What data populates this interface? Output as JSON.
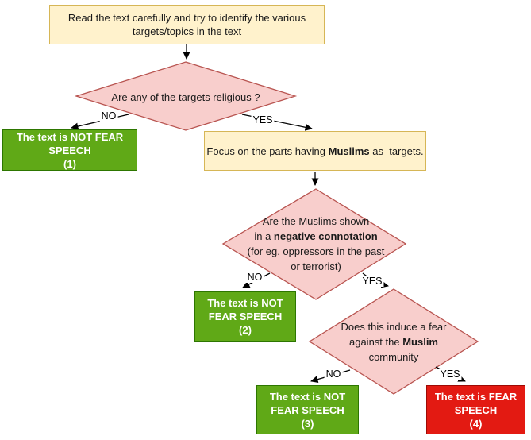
{
  "flowchart": {
    "start": {
      "text": "Read the text carefully and try to identify the various\ntargets/topics in the text"
    },
    "decision1": {
      "text": "Are any of the targets religious ?"
    },
    "outcome1": {
      "text": "The text is NOT FEAR\nSPEECH\n(1)"
    },
    "process1": {
      "pre": "Focus on the parts having ",
      "bold": "Muslims",
      "post": " as  targets."
    },
    "decision2": {
      "line1": "Are the Muslims shown",
      "line2_pre": "in a ",
      "line2_bold": "negative connotation",
      "line3": "(for eg. oppressors in the past",
      "line4": "or terrorist)"
    },
    "outcome2": {
      "text": "The text is NOT\nFEAR SPEECH\n(2)"
    },
    "decision3": {
      "line1": "Does this induce a fear",
      "line2_pre": "against the ",
      "line2_bold": "Muslim",
      "line3": "community"
    },
    "outcome3": {
      "text": "The text is NOT\nFEAR SPEECH\n(3)"
    },
    "outcome4": {
      "text": "The text is FEAR\nSPEECH\n(4)"
    },
    "labels": {
      "no1": "NO",
      "yes1": "YES",
      "no2": "NO",
      "yes2": "YES",
      "no3": "NO",
      "yes3": "YES"
    }
  },
  "colors": {
    "process_fill": "#FFF2CC",
    "process_stroke": "#D6B656",
    "decision_fill": "#F8CECC",
    "decision_stroke": "#B85450",
    "positive_fill": "#60A917",
    "positive_stroke": "#2D7600",
    "negative_fill": "#E31A12",
    "negative_stroke": "#9E0A04",
    "arrow": "#000000",
    "text": "#1a1a1a",
    "outcome_text": "#ffffff"
  }
}
